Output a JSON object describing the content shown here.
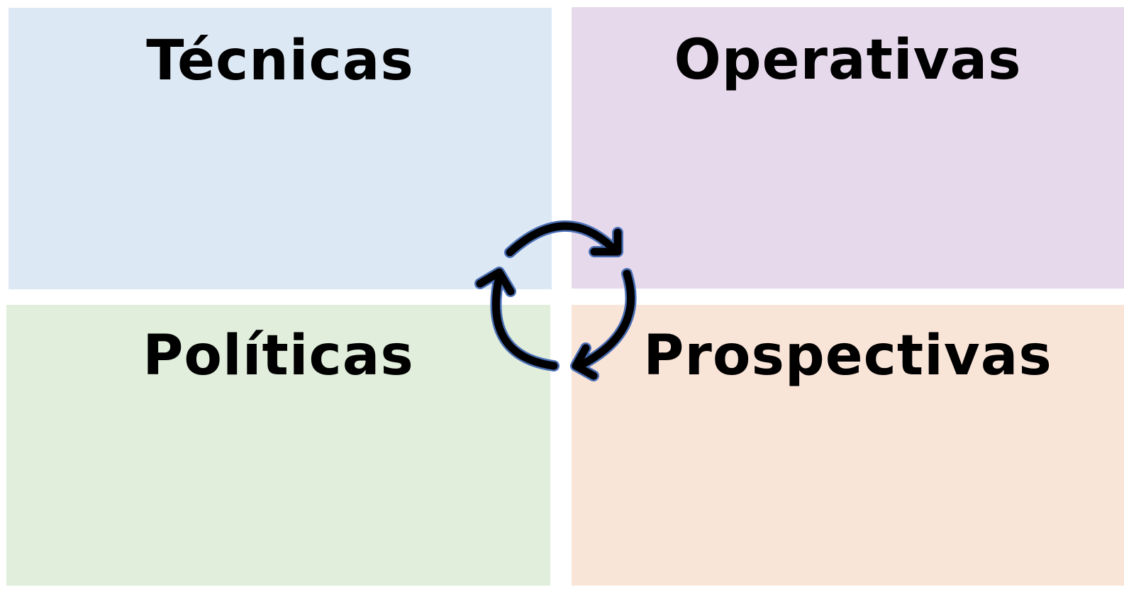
{
  "quadrants": {
    "top_left": {
      "label": "Técnicas",
      "color": "#dde8f5"
    },
    "top_right": {
      "label": "Operativas",
      "color": "#e6d9ec"
    },
    "bottom_left": {
      "label": "Políticas",
      "color": "#e1eedb"
    },
    "bottom_right": {
      "label": "Prospectivas",
      "color": "#f9e4d8"
    }
  },
  "cycle_icon": {
    "name": "cycle-arrows-icon",
    "stroke_color": "#000000",
    "outline_color": "#4a6fb5"
  }
}
